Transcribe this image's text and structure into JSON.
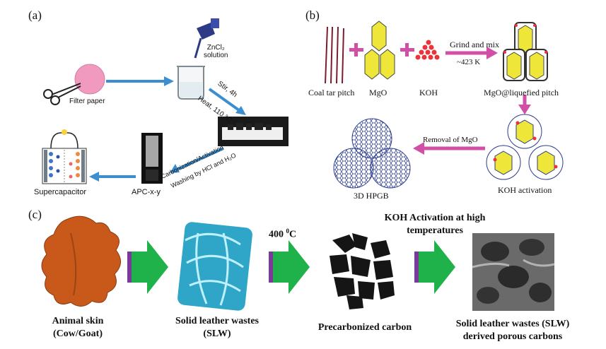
{
  "panel_a": {
    "label": "(a)",
    "filter_paper": "Filter paper",
    "zncl2_line1": "ZnCl₂",
    "zncl2_line2": "solution",
    "stir": "Stir, 4h",
    "heat": "Heat, 110 °C",
    "carbonization": "Carbonization/Activation",
    "washing": "Washing by HCl and H₂O",
    "apc": "APC-x-y",
    "supercapacitor": "Supercapacitor"
  },
  "panel_b": {
    "label": "(b)",
    "coal_tar_pitch": "Coal tar pitch",
    "mgo": "MgO",
    "koh": "KOH",
    "grind_and_mix": "Grind and mix",
    "temperature": "~423 K",
    "mgo_liquefied": "MgO@liquefied pitch",
    "removal": "Removal of MgO",
    "hpgb": "3D HPGB",
    "koh_activation": "KOH activation"
  },
  "panel_c": {
    "label": "(c)",
    "animal_skin_1": "Animal skin",
    "animal_skin_2": "(Cow/Goat)",
    "slw_1": "Solid leather wastes",
    "slw_2": "(SLW)",
    "temp_value": "400 ",
    "temp_sup": "0",
    "temp_unit": "C",
    "koh_high_1": "KOH Activation at high",
    "koh_high_2": "temperatures",
    "precarbonized": "Precarbonized carbon",
    "derived_1": "Solid leather wastes (SLW)",
    "derived_2": "derived porous carbons"
  },
  "colors": {
    "blue_arrow": "#3b8fd0",
    "pink_arrow": "#d24fa6",
    "green_arrow": "#1fb24a",
    "mgo_yellow": "#efe63a",
    "koh_red": "#e8343a",
    "leather": "#c8591b",
    "slw_blue": "#4fc0dd"
  }
}
